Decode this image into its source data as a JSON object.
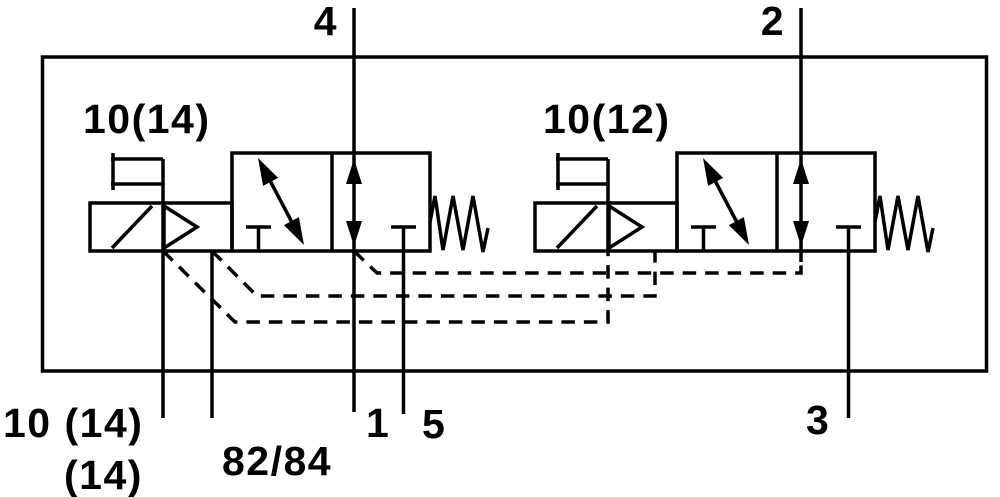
{
  "diagram": {
    "title": "pneumatic-valve-circuit",
    "colors": {
      "ink": "#000000",
      "background": "#ffffff"
    },
    "top_labels": {
      "left_port": "4",
      "right_port": "2"
    },
    "pilot_labels": {
      "left_valve": "10(14)",
      "right_valve": "10(12)"
    },
    "bottom_labels": {
      "left_pilot_row1": "10 (14)",
      "left_pilot_row2": "(14)",
      "left_pilot_aux": "82/84",
      "port_1": "1",
      "port_5": "5",
      "port_3": "3"
    }
  }
}
